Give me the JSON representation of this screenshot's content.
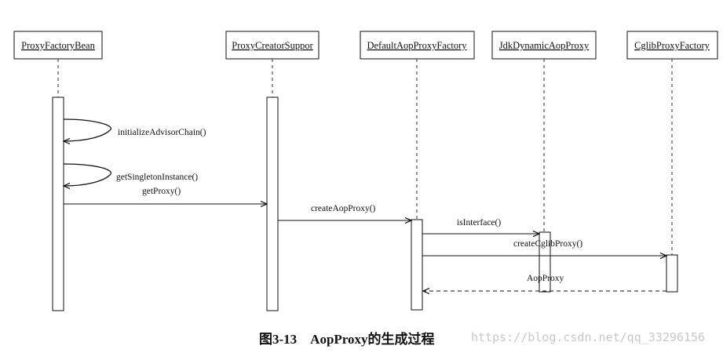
{
  "participants": [
    {
      "id": "pfb",
      "label": "ProxyFactoryBean"
    },
    {
      "id": "pcs",
      "label": "ProxyCreatorSuppor"
    },
    {
      "id": "dapf",
      "label": "DefaultAopProxyFactory"
    },
    {
      "id": "jdk",
      "label": "JdkDynamicAopProxy"
    },
    {
      "id": "cglib",
      "label": "CglibProxyFactory"
    }
  ],
  "messages": [
    {
      "id": "initializeAdvisorChain",
      "label": "initializeAdvisorChain()",
      "from": "pfb",
      "to": "pfb",
      "kind": "self-call"
    },
    {
      "id": "getSingletonInstance",
      "label": "getSingletonInstance()",
      "from": "pfb",
      "to": "pfb",
      "kind": "self-call"
    },
    {
      "id": "getProxy",
      "label": "getProxy()",
      "from": "pfb",
      "to": "pcs",
      "kind": "call"
    },
    {
      "id": "createAopProxy",
      "label": "createAopProxy()",
      "from": "pcs",
      "to": "dapf",
      "kind": "call"
    },
    {
      "id": "isInterface",
      "label": "isInterface()",
      "from": "dapf",
      "to": "jdk",
      "kind": "call"
    },
    {
      "id": "createCglibProxy",
      "label": "createCglibProxy()",
      "from": "dapf",
      "to": "cglib",
      "kind": "call"
    },
    {
      "id": "aopProxyReturn",
      "label": "AopProxy",
      "from": "cglib",
      "to": "dapf",
      "kind": "return"
    }
  ],
  "caption": "图3-13　AopProxy的生成过程",
  "watermark": "https://blog.csdn.net/qq_33296156"
}
